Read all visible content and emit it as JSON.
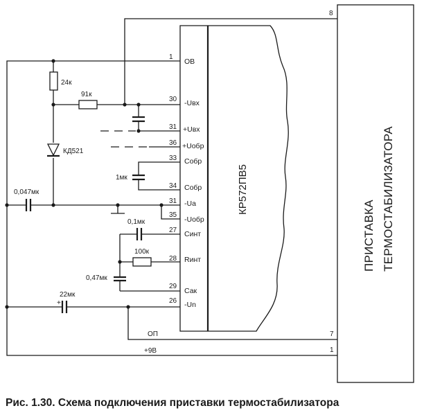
{
  "chip": {
    "label": "КР572ПВ5",
    "pins": [
      {
        "num": "1",
        "name": "OB"
      },
      {
        "num": "30",
        "name": "-Uвх"
      },
      {
        "num": "31",
        "name": "+Uвх"
      },
      {
        "num": "36",
        "name": "+Uобр"
      },
      {
        "num": "33",
        "name": "Собр"
      },
      {
        "num": "34",
        "name": "Собр"
      },
      {
        "num": "31",
        "name": "-Ua"
      },
      {
        "num": "35",
        "name": "-Uобр"
      },
      {
        "num": "27",
        "name": "Синт"
      },
      {
        "num": "28",
        "name": "Rинт"
      },
      {
        "num": "29",
        "name": "Сак"
      },
      {
        "num": "26",
        "name": "-Un"
      }
    ]
  },
  "attachment": {
    "line1": "ПРИСТАВКА",
    "line2": "ТЕРМОСТАБИЛИЗАТОРА",
    "pin_8": "8",
    "pin_7": "7",
    "pin_1": "1"
  },
  "components": {
    "r_24k": "24к",
    "r_91k": "91к",
    "diode": "КД521",
    "c_1mk": "1мк",
    "c_0047mk": "0,047мк",
    "c_01mk": "0,1мк",
    "r_100k": "100к",
    "c_047mk": "0,47мк",
    "c_22mk": "22мк",
    "c_22mk_plus": "+"
  },
  "nets": {
    "op": "ОП",
    "plus9v": "+9В"
  },
  "caption": "Рис. 1.30. Схема подключения приставки термостабилизатора"
}
